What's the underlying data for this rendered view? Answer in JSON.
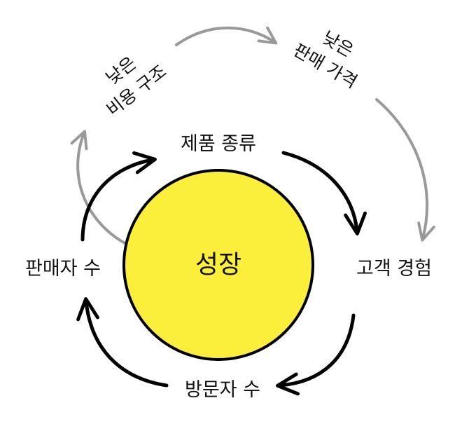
{
  "center": {
    "label": "성장",
    "fill": "#FCEF3C",
    "stroke": "#000000"
  },
  "inner_cycle": {
    "color": "#000000",
    "nodes": {
      "top": "제품 종류",
      "right": "고객 경험",
      "bottom": "방문자 수",
      "left": "판매자 수"
    }
  },
  "outer_cycle": {
    "color": "#999999",
    "nodes": {
      "upper_left": [
        "낮은",
        "비용 구조"
      ],
      "upper_right": [
        "낮은",
        "판매 가격"
      ]
    }
  },
  "icons": {
    "inner_arrows": "black-curved-arrow-icon",
    "outer_arrows": "gray-curved-arrow-icon"
  }
}
